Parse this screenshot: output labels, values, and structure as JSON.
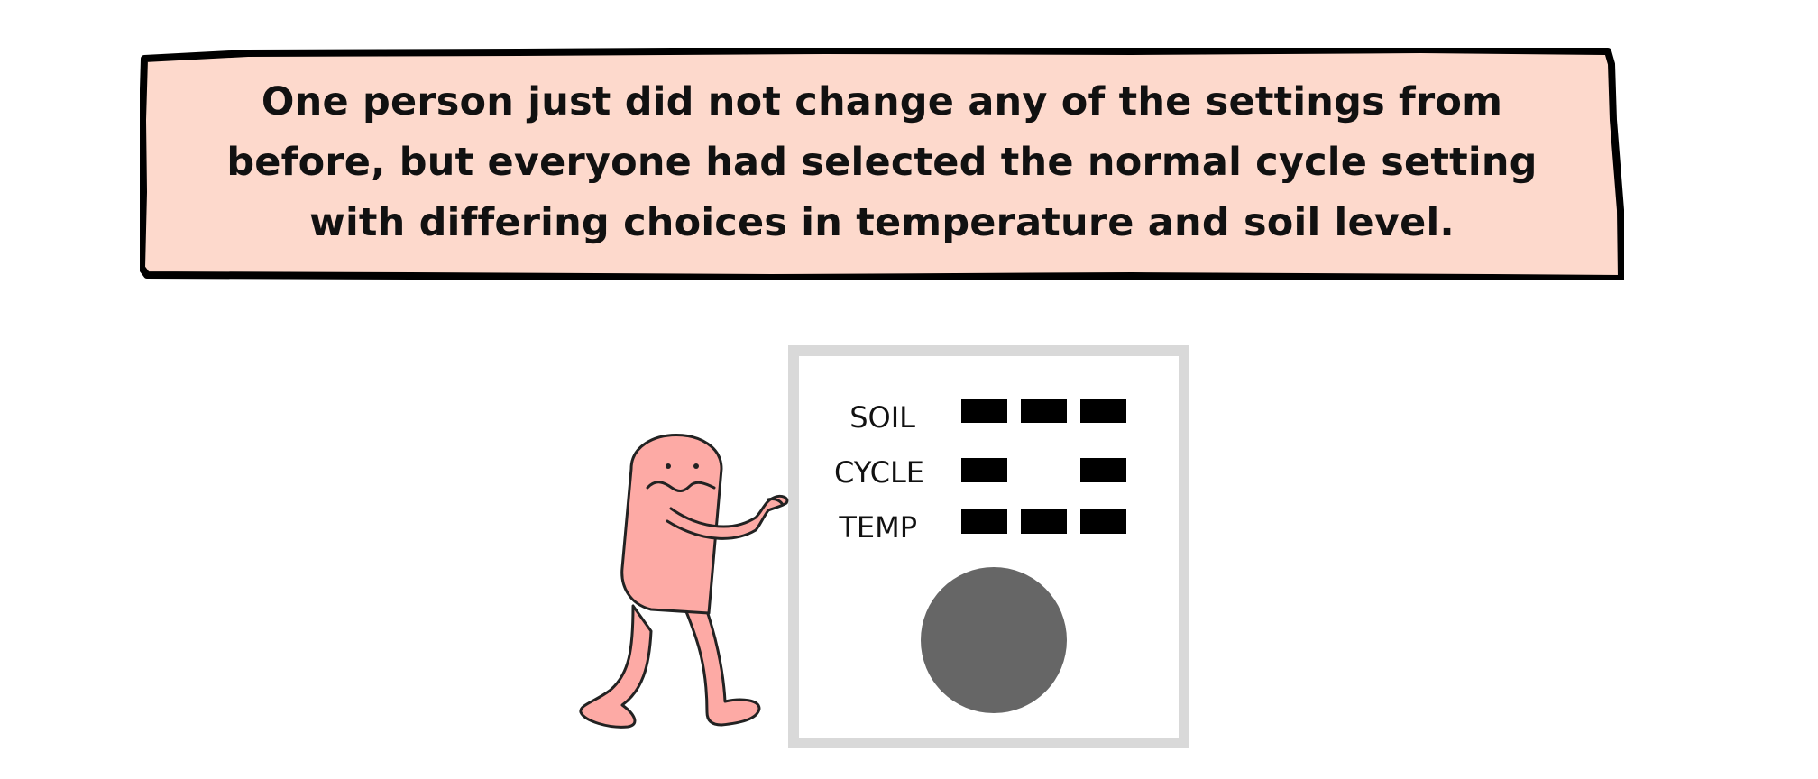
{
  "caption": {
    "text": "One person just did not change any of the settings from before, but everyone had selected the normal cycle setting with differing choices in temperature and soil level.",
    "background_color": "#fdd9cc",
    "border_color": "#000000"
  },
  "control_panel": {
    "rows": [
      {
        "label": "SOIL",
        "indicators_lit": [
          true,
          true,
          true
        ]
      },
      {
        "label": "CYCLE",
        "indicators_lit": [
          true,
          false,
          true
        ]
      },
      {
        "label": "TEMP",
        "indicators_lit": [
          true,
          true,
          true
        ]
      }
    ],
    "frame_color": "#d9d9d9",
    "indicator_color": "#000000",
    "knob_color": "#666666"
  },
  "character": {
    "body_color": "#fdaaa5",
    "outline_color": "#222222",
    "icon": "pointing-character-icon"
  }
}
